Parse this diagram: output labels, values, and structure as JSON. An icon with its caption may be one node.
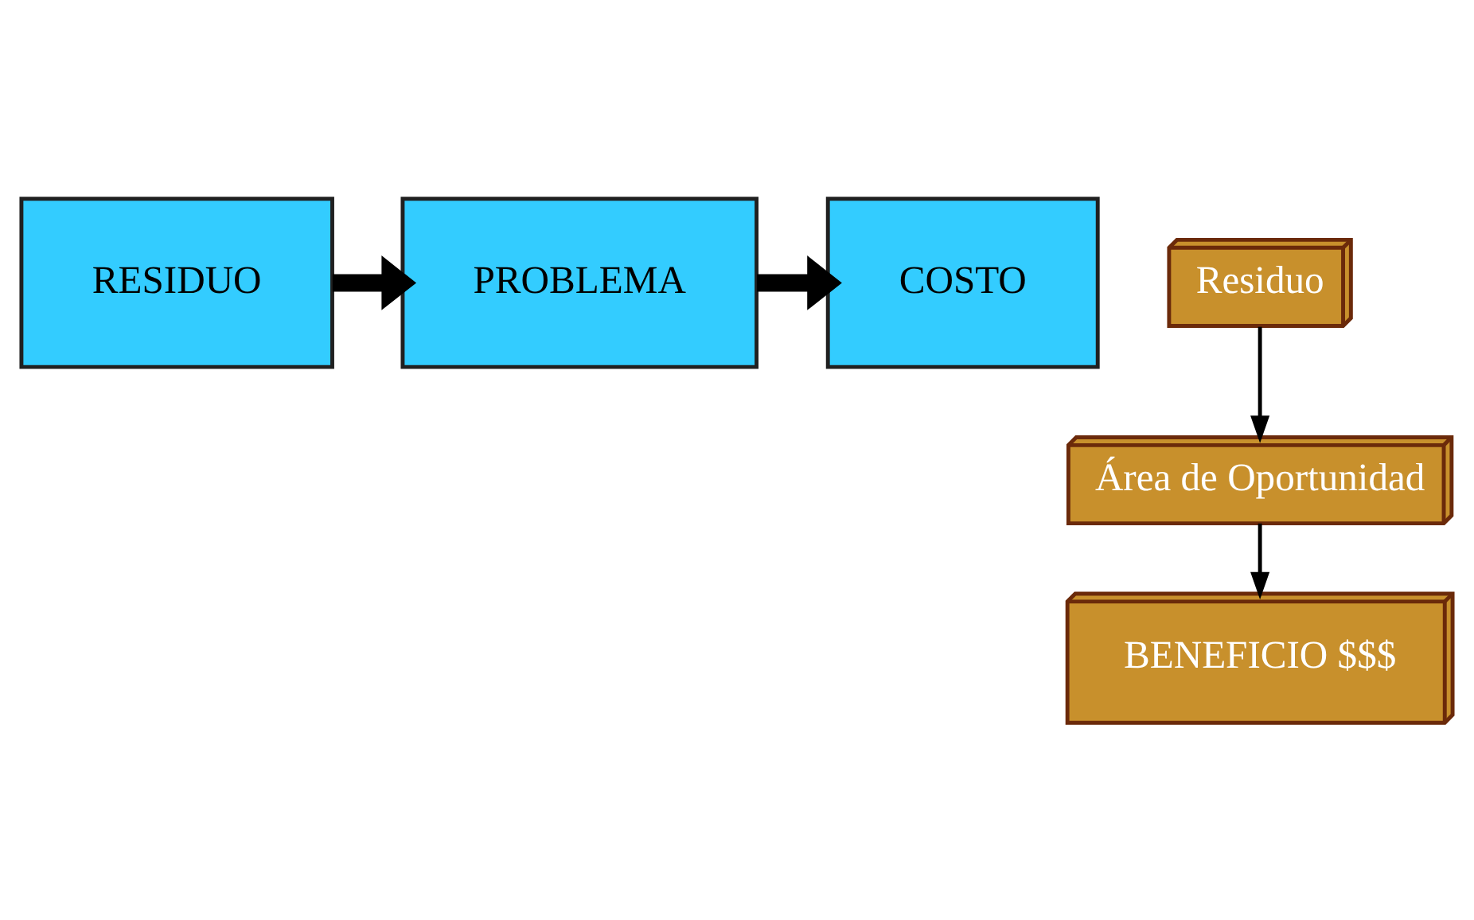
{
  "diagram": {
    "nodes": [
      {
        "text": [
          "RESIDUO"
        ]
      },
      {
        "text": [
          "PROBLEMA"
        ]
      },
      {
        "text": [
          "COSTO"
        ]
      },
      {
        "text": [
          "Residuo"
        ]
      },
      {
        "text": [
          "Área de Oportunidad"
        ]
      },
      {
        "text": [
          "BENEFICIO $$$"
        ]
      }
    ],
    "edges": [
      {
        "from": 0,
        "to": 1,
        "arrow": "to",
        "style": "thick"
      },
      {
        "from": 1,
        "to": 2,
        "arrow": "to",
        "style": "thick"
      },
      {
        "from": 3,
        "to": 4,
        "arrow": "to"
      },
      {
        "from": 4,
        "to": 5,
        "arrow": "to"
      }
    ]
  }
}
